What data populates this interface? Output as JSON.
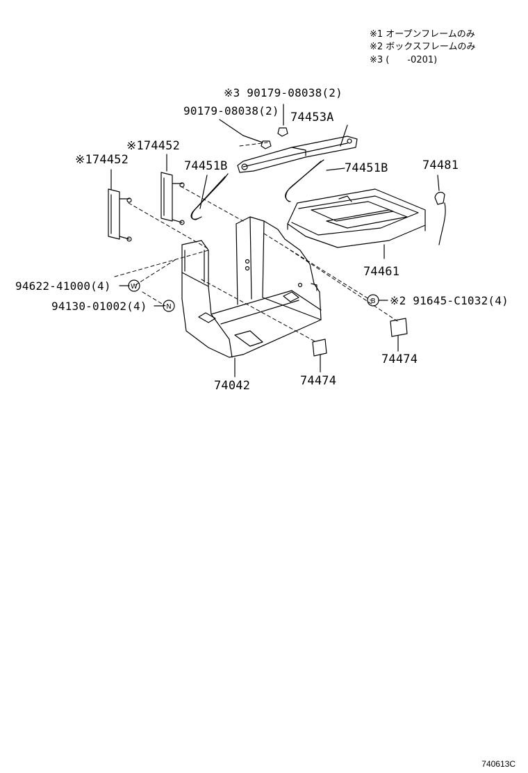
{
  "notes": [
    "※1 オープンフレームのみ",
    "※2 ボックスフレームのみ",
    "※3 (　　-0201)"
  ],
  "labels": {
    "bolt_s3": "※3 90179-08038(2)",
    "bolt": "90179-08038(2)",
    "hold_down": "74453A",
    "clamp_s1_upper": "※174452",
    "clamp_s1_left": "※174452",
    "rod_left": "74451B",
    "rod_right": "74451B",
    "terminal": "74481",
    "tray": "74461",
    "washer": "94622-41000(4)",
    "nut": "94130-01002(4)",
    "bolt_s2": "※2 91645-C1032(4)",
    "pad_right": "74474",
    "pad_left": "74474",
    "carrier": "74042"
  },
  "symbols": {
    "washer": "W",
    "nut": "N",
    "bolt": "B"
  },
  "drawing_code": "740613C"
}
